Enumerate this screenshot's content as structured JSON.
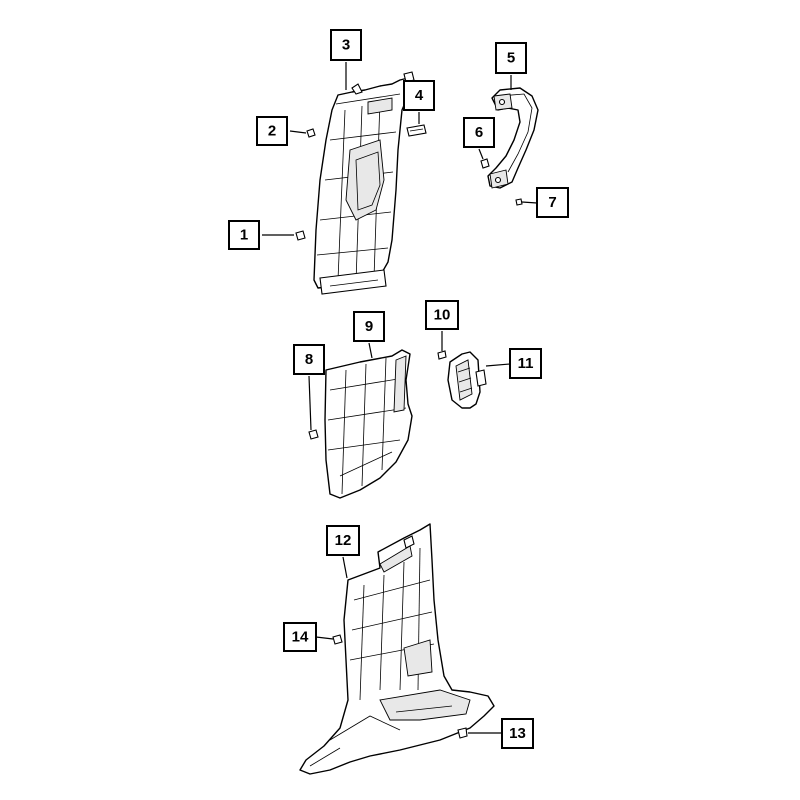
{
  "callouts": [
    {
      "id": "1",
      "label": "1"
    },
    {
      "id": "2",
      "label": "2"
    },
    {
      "id": "3",
      "label": "3"
    },
    {
      "id": "4",
      "label": "4"
    },
    {
      "id": "5",
      "label": "5"
    },
    {
      "id": "6",
      "label": "6"
    },
    {
      "id": "7",
      "label": "7"
    },
    {
      "id": "8",
      "label": "8"
    },
    {
      "id": "9",
      "label": "9"
    },
    {
      "id": "10",
      "label": "10"
    },
    {
      "id": "11",
      "label": "11"
    },
    {
      "id": "12",
      "label": "12"
    },
    {
      "id": "13",
      "label": "13"
    },
    {
      "id": "14",
      "label": "14"
    }
  ],
  "colors": {
    "line": "#000000",
    "background": "#ffffff",
    "shade": "#e8e8e8"
  }
}
